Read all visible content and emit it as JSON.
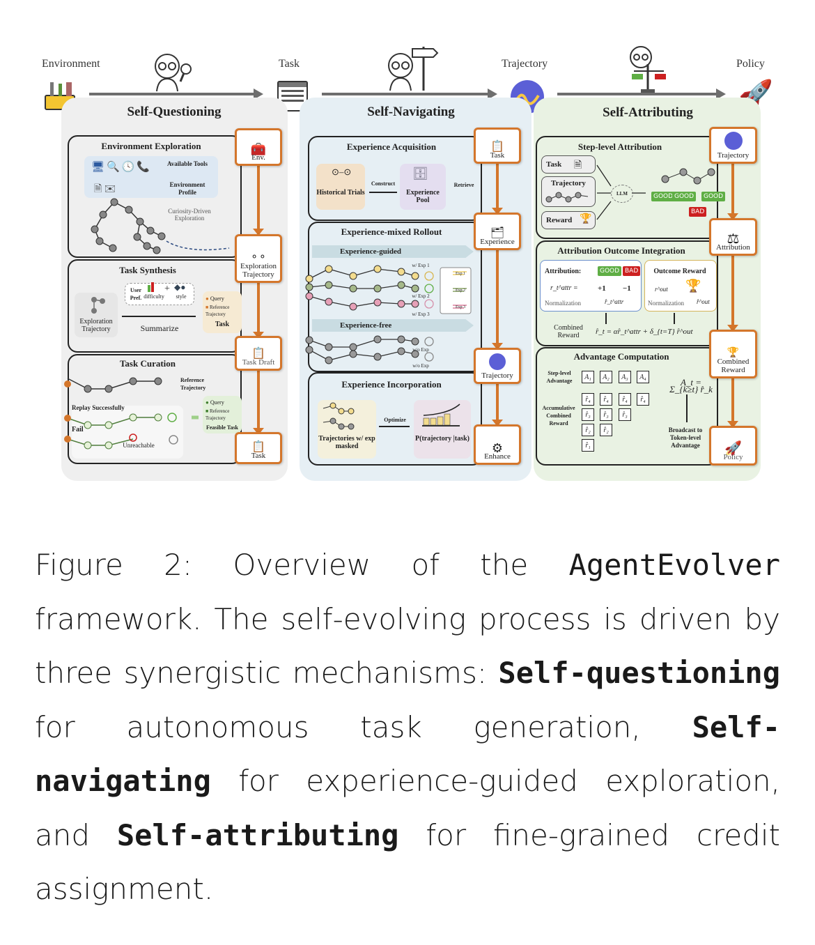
{
  "top_labels": {
    "environment": "Environment",
    "task": "Task",
    "trajectory": "Trajectory",
    "policy": "Policy"
  },
  "self_questioning": {
    "title": "Self-Questioning",
    "env_exploration": {
      "heading": "Environment Exploration",
      "available_tools": "Available Tools",
      "environment_profile": "Environment Profile",
      "curiosity": "Curiosity-Driven Exploration"
    },
    "task_synthesis": {
      "heading": "Task Synthesis",
      "exploration_trajectory": "Exploration Trajectory",
      "user_pref": "User Pref.",
      "difficulty": "difficulty",
      "style": "style",
      "summarize": "Summarize",
      "query": "Query",
      "reference_trajectory": "Reference Trajectory",
      "task": "Task"
    },
    "task_curation": {
      "heading": "Task Curation",
      "reference_trajectory": "Reference Trajectory",
      "replay_successfully": "Replay Successfully",
      "fail": "Fail",
      "unreachable": "Unreachable",
      "query": "Query",
      "feasible_reference": "Reference Trajectory",
      "feasible_task": "Feasible Task"
    },
    "nodes": [
      "Env.",
      "Exploration Trajectory",
      "Task Draft",
      "Task"
    ]
  },
  "self_navigating": {
    "title": "Self-Navigating",
    "acquisition": {
      "heading": "Experience Acquisition",
      "historical_trials": "Historical Trials",
      "construct": "Construct",
      "experience_pool": "Experience Pool",
      "retrieve": "Retrieve"
    },
    "rollout": {
      "heading": "Experience-mixed Rollout",
      "guided": "Experience-guided",
      "free": "Experience-free",
      "exp1": "w/ Exp 1",
      "exp2": "w/ Exp 2",
      "exp3": "w/ Exp 3",
      "no_exp": "w/o Exp",
      "legend": [
        "Exp 1",
        "Exp 2",
        "Exp 3"
      ]
    },
    "incorporation": {
      "heading": "Experience Incorporation",
      "trajectories_masked": "Trajectories w/ exp masked",
      "optimize": "Optimize",
      "p_traj": "P(trajectory |task)"
    },
    "nodes": [
      "Task",
      "Experience",
      "Trajectory",
      "Enhance"
    ]
  },
  "self_attributing": {
    "title": "Self-Attributing",
    "step_level": {
      "heading": "Step-level Attribution",
      "task": "Task",
      "trajectory": "Trajectory",
      "reward": "Reward",
      "llm": "LLM",
      "good": "GOOD",
      "bad": "BAD"
    },
    "integration": {
      "heading": "Attribution Outcome Integration",
      "attribution": "Attribution:",
      "r_attr": "r_t^attr =",
      "plus": "+1",
      "minus": "−1",
      "normalization": "Normalization",
      "r_attr_hat": "r̂_t^attr",
      "outcome_reward": "Outcome Reward",
      "r_out": "r^out",
      "r_out_hat": "r̂^out",
      "combined_reward": "Combined Reward",
      "formula": "r̂_t = αr̂_t^attr + δ_{t=T} r̂^out"
    },
    "advantage": {
      "heading": "Advantage Computation",
      "step_level_advantage": "Step-level Advantage",
      "accumulative": "Accumulative Combined Reward",
      "a_labels": [
        "A₁",
        "A₂",
        "A₃",
        "A₄"
      ],
      "r_labels": [
        "r̂₁",
        "r̂₂",
        "r̂₃",
        "r̂₄"
      ],
      "formula": "A_t = Σ_{k≥t} r̂_k",
      "broadcast": "Broadcast to Token-level Advantage"
    },
    "nodes": [
      "Trajectory",
      "Attribution",
      "Combined Reward",
      "Policy"
    ]
  },
  "caption": {
    "prefix": "Figure 2: Overview of the ",
    "name": "AgentEvolver",
    "part1": " framework. The self-evolving process is driven by three synergistic mechanisms: ",
    "m1": "Self-questioning",
    "part2": " for autonomous task generation, ",
    "m2": "Self-navigating",
    "part3": " for experience-guided exploration, and ",
    "m3": "Self-attributing",
    "part4": " for fine-grained credit assignment."
  },
  "colors": {
    "orange": "#d4762b",
    "good": "#5fae45",
    "bad": "#cc2020",
    "panel_gray": "#efefef",
    "panel_blue": "#e6eff4",
    "panel_green": "#e9f2e3"
  }
}
